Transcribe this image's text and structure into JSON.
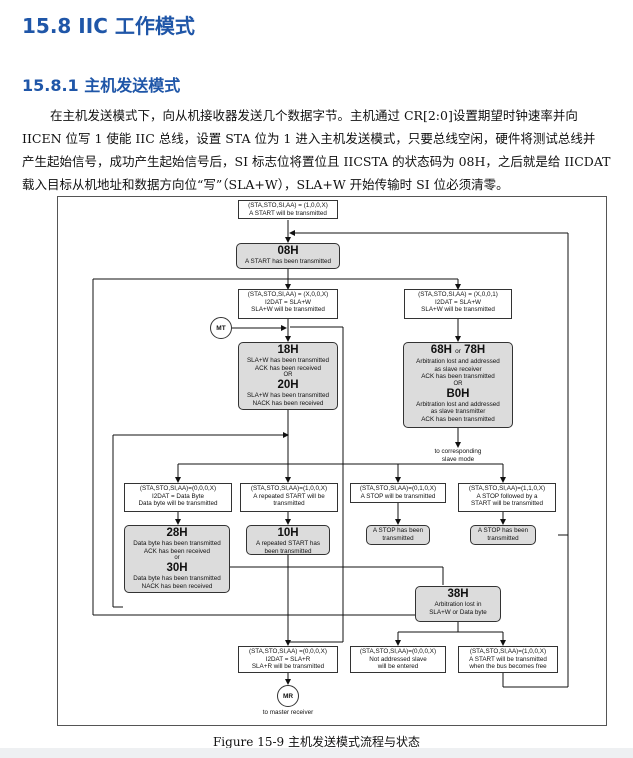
{
  "heading": {
    "section": "15.8 IIC 工作模式",
    "subsection": "15.8.1 主机发送模式"
  },
  "paragraph": {
    "lines": [
      "在主机发送模式下，向从机接收器发送几个数据字节。主机通过 CR[2:0]设置期望时钟速率并向",
      "IICEN 位写 1 使能 IIC 总线，设置 STA 位为 1 进入主机发送模式，只要总线空闲，硬件将测试总线并",
      "产生起始信号，成功产生起始信号后，SI 标志位将置位且 IICSTA 的状态码为 08H，之后就是给 IICDAT",
      "载入目标从机地址和数据方向位“写”（SLA+W），SLA+W 开始传输时 SI 位必须清零。"
    ]
  },
  "figure": {
    "nodes": {
      "start_cmd": [
        "(STA,STO,SI,AA) = (1,0,0,X)",
        "A START will be transmitted"
      ],
      "s08": {
        "code": "08H",
        "lines": [
          "A START has been transmitted"
        ]
      },
      "sla_w_left": [
        "(STA,STO,SI,AA) = (X,0,0,X)",
        "I2DAT = SLA+W",
        "SLA+W will be transmitted"
      ],
      "sla_w_right": [
        "(STA,STO,SI,AA) = (X,0,0,1)",
        "I2DAT = SLA+W",
        "SLA+W will be transmitted"
      ],
      "mt": "MT",
      "s18_20": {
        "code1": "18H",
        "lines1": [
          "SLA+W has been transmitted",
          "ACK has been received"
        ],
        "or": "OR",
        "code2": "20H",
        "lines2": [
          "SLA+W has been transmitted",
          "NACK has been received"
        ]
      },
      "s68_78_b0": {
        "code1": "68H",
        "or_small": "or",
        "code1b": "78H",
        "lines1": [
          "Arbitration lost and addressed",
          "as slave receiver",
          "ACK has been transmitted"
        ],
        "or": "OR",
        "code2": "B0H",
        "lines2": [
          "Arbitration lost and addressed",
          "as slave transmitter",
          "ACK has been transmitted"
        ]
      },
      "slave_mode": [
        "to corresponding",
        "slave mode"
      ],
      "data_cmd": [
        "(STA,STO,SI,AA)=(0,0,0,X)",
        "I2DAT = Data Byte",
        "Data byte will be transmitted"
      ],
      "restart_cmd": [
        "(STA,STO,SI,AA)=(1,0,0,X)",
        "A repeated START will be",
        "transmitted"
      ],
      "stop_cmd": [
        "(STA,STO,SI,AA)=(0,1,0,X)",
        "A STOP will be transmitted"
      ],
      "stop_start_cmd": [
        "(STA,STO,SI,AA)=(1,1,0,X)",
        "A STOP followed by a",
        "START will be transmitted"
      ],
      "s28_30": {
        "code1": "28H",
        "lines1": [
          "Data byte has been transmitted",
          "ACK has been received"
        ],
        "or": "or",
        "code2": "30H",
        "lines2": [
          "Data byte has been transmitted",
          "NACK has been received"
        ]
      },
      "s10": {
        "code": "10H",
        "lines": [
          "A repeated START has",
          "been transmitted"
        ]
      },
      "stop_done": [
        "A STOP has been",
        "transmitted"
      ],
      "stop_start_done": [
        "A STOP has been",
        "transmitted"
      ],
      "s38": {
        "code": "38H",
        "lines": [
          "Arbitration lost in",
          "SLA+W or Data byte"
        ]
      },
      "sla_r_cmd": [
        "(STA,STO,SI,AA) =(0,0,0,X)",
        "I2DAT = SLA+R",
        "SLA+R will be transmitted"
      ],
      "not_addr_cmd": [
        "(STA,STO,SI,AA)=(0,0,0,X)",
        "Not addressed slave",
        "will be entered"
      ],
      "start_free_cmd": [
        "(STA,STO,SI,AA)=(1,0,0,X)",
        "A START will be transmitted",
        "when the bus becomes free"
      ],
      "mr": "MR",
      "to_master_receiver": "to master receiver"
    },
    "caption": "Figure 15-9  主机发送模式流程与状态"
  }
}
